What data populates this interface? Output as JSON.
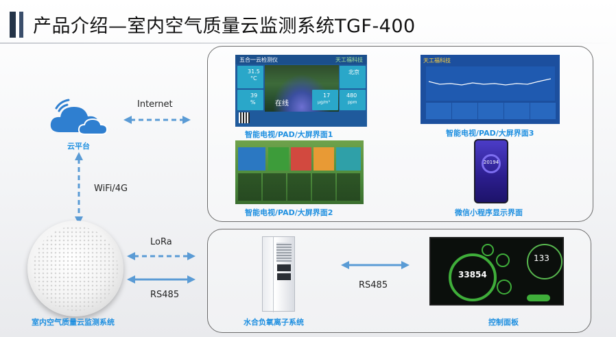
{
  "title": "产品介绍—室内空气质量云监测系统TGF-400",
  "colors": {
    "caption": "#1e8fe0",
    "arrow": "#5a9bd5",
    "cloud": "#2f7fd0"
  },
  "cloud_platform": {
    "label": "云平台",
    "icon": "cloud-wifi-icon"
  },
  "links": {
    "internet": "Internet",
    "wifi": "WiFi/4G",
    "lora": "LoRa",
    "rs485_left": "RS485",
    "rs485_right": "RS485"
  },
  "device": {
    "label": "室内空气质量云监测系统"
  },
  "screens": {
    "screen1": {
      "caption": "智能电视/PAD/大屏界面1",
      "header": "五合一云检测仪",
      "brand": "天工福科技",
      "temp": "31.5",
      "temp_unit": "°C",
      "humidity": "39",
      "humidity_unit": "%",
      "city": "北京",
      "status": "在线",
      "pm_value": "17",
      "pm_unit": "μg/m³",
      "co2_value": "480",
      "co2_unit": "ppm"
    },
    "screen2": {
      "caption": "智能电视/PAD/大屏界面2"
    },
    "screen3": {
      "caption": "智能电视/PAD/大屏界面3",
      "brand": "天工福科技"
    },
    "phone": {
      "caption": "微信小程序显示界面",
      "value": "20194"
    }
  },
  "bottom": {
    "ion_system": "水合负氧离子系统",
    "control_panel": "控制面板",
    "ctrl_value": "33854",
    "ctrl_value2": "133"
  }
}
